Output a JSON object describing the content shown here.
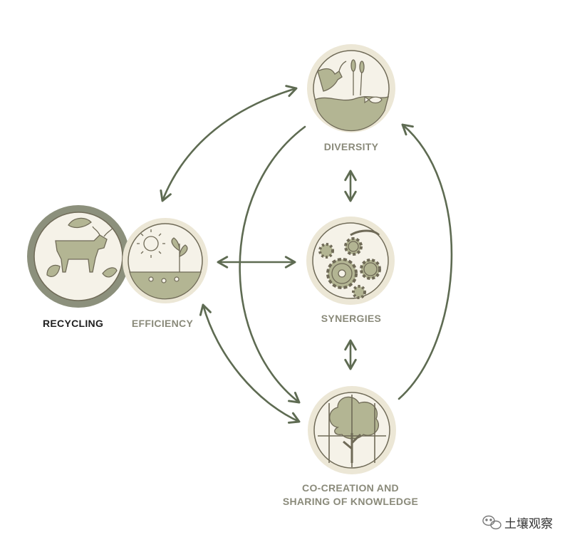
{
  "nodes": {
    "recycling": "RECYCLING",
    "efficiency": "EFFICIENCY",
    "diversity": "DIVERSITY",
    "synergies": "SYNERGIES",
    "cocreation_line1": "CO-CREATION AND",
    "cocreation_line2": "SHARING OF KNOWLEDGE"
  },
  "watermark": {
    "text": "土壤观察",
    "icon": "wechat-icon"
  },
  "colors": {
    "arrow": "#5e6b52",
    "circle_ring": "#ece7d6",
    "circle_fill": "#f5f2e8",
    "illustration": "#b3b593",
    "line": "#6f6a57",
    "recycling_ring": "#8c907c"
  }
}
